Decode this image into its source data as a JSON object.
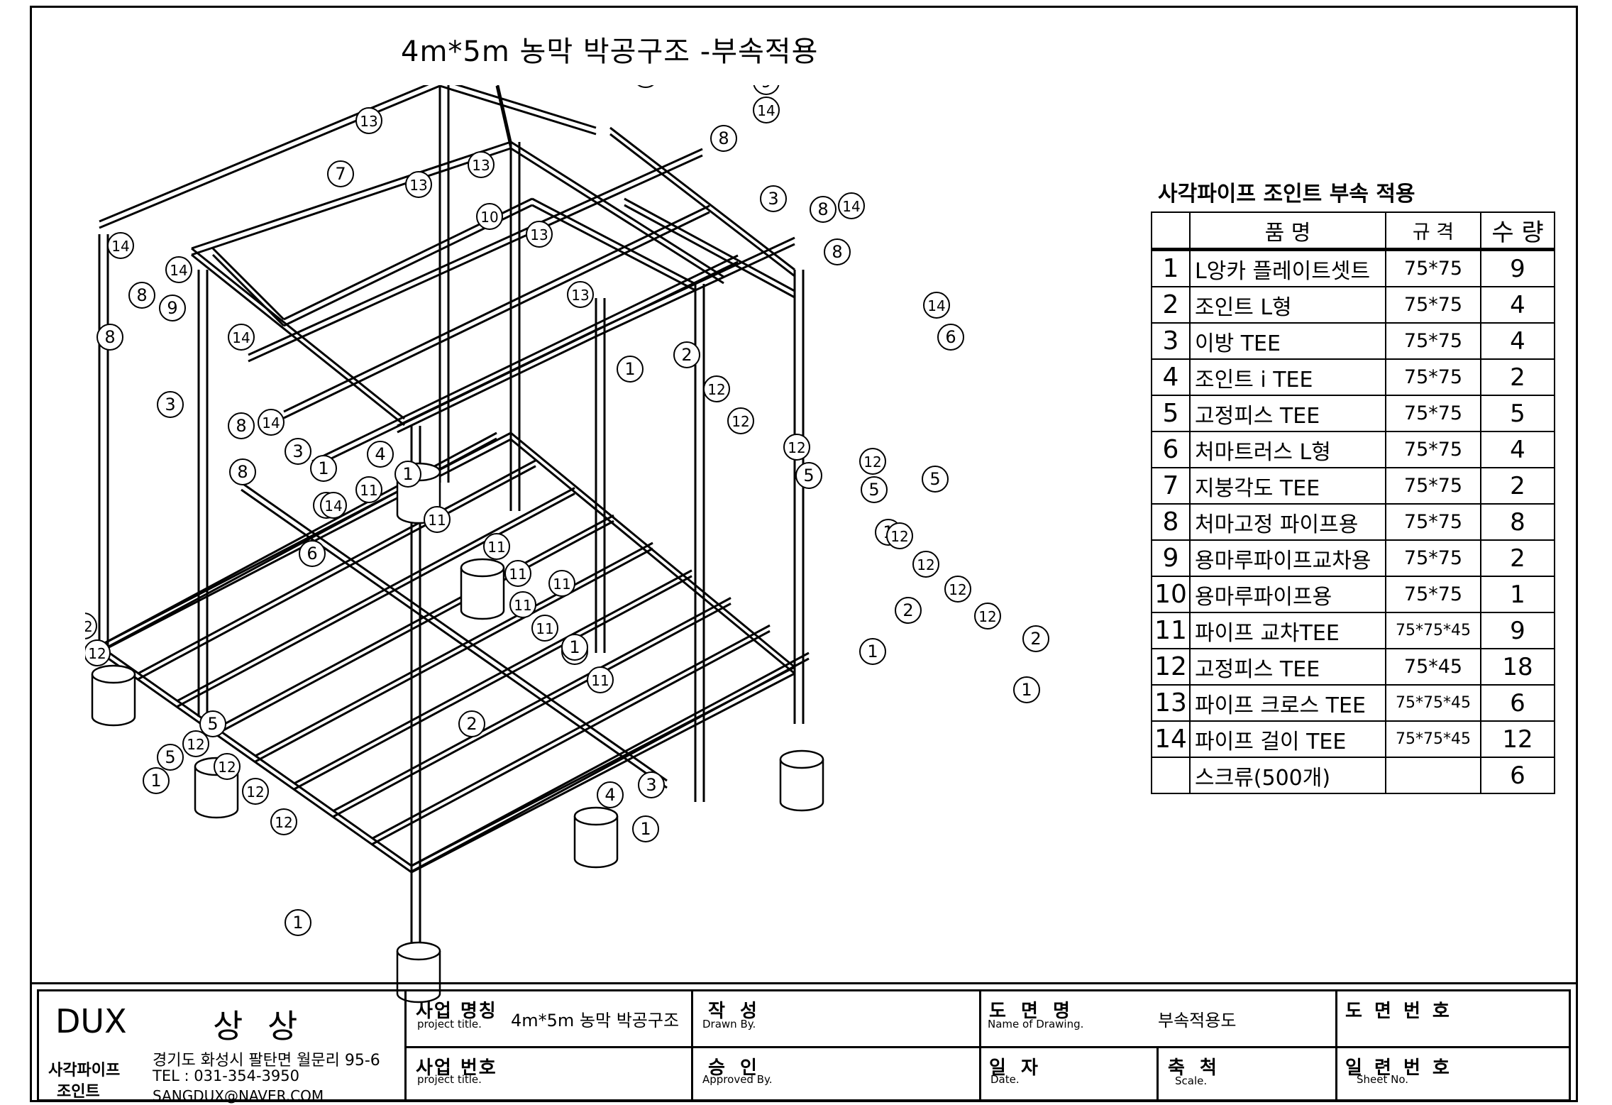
{
  "drawing_title": "4m*5m 농막 박공구조 -부속적용",
  "parts_table": {
    "title": "사각파이프 조인트 부속 적용",
    "headers": {
      "name": "품      명",
      "spec": "규  격",
      "qty": "수  량"
    },
    "rows": [
      {
        "no": "1",
        "name": "L앙카 플레이트셋트",
        "spec": "75*75",
        "qty": "9"
      },
      {
        "no": "2",
        "name": "조인트 L형",
        "spec": "75*75",
        "qty": "4"
      },
      {
        "no": "3",
        "name": "이방 TEE",
        "spec": "75*75",
        "qty": "4"
      },
      {
        "no": "4",
        "name": "조인트 i TEE",
        "spec": "75*75",
        "qty": "2"
      },
      {
        "no": "5",
        "name": "고정피스 TEE",
        "spec": "75*75",
        "qty": "5"
      },
      {
        "no": "6",
        "name": "처마트러스 L형",
        "spec": "75*75",
        "qty": "4"
      },
      {
        "no": "7",
        "name": "지붕각도 TEE",
        "spec": "75*75",
        "qty": "2"
      },
      {
        "no": "8",
        "name": "처마고정 파이프용",
        "spec": "75*75",
        "qty": "8"
      },
      {
        "no": "9",
        "name": "용마루파이프교차용",
        "spec": "75*75",
        "qty": "2"
      },
      {
        "no": "10",
        "name": "용마루파이프용",
        "spec": "75*75",
        "qty": "1"
      },
      {
        "no": "11",
        "name": "파이프 교차TEE",
        "spec": "75*75*45",
        "qty": "9"
      },
      {
        "no": "12",
        "name": "고정피스 TEE",
        "spec": "75*45",
        "qty": "18"
      },
      {
        "no": "13",
        "name": "파이프 크로스 TEE",
        "spec": "75*75*45",
        "qty": "6"
      },
      {
        "no": "14",
        "name": "파이프 걸이 TEE",
        "spec": "75*75*45",
        "qty": "12"
      },
      {
        "no": "",
        "name": "스크류(500개)",
        "spec": "",
        "qty": "6"
      }
    ]
  },
  "title_block": {
    "company": "DUX",
    "company_kor": "상 상",
    "address": "경기도 화성시 팔탄면 월문리 95-6",
    "tel": "TEL : 031-354-3950",
    "email": "SANGDUX@NAVER.COM",
    "product_line": "사각파이프",
    "product_line2": "조인트",
    "project_name_label": "사업 명칭",
    "project_name_sub": "project title.",
    "project_name_value": "4m*5m 농막 박공구조",
    "project_no_label": "사업 번호",
    "project_no_sub": "project title.",
    "drawn_label": "작  성",
    "drawn_sub": "Drawn By.",
    "approved_label": "승  인",
    "approved_sub": "Approved By.",
    "drawing_name_label": "도 면 명",
    "drawing_name_sub": "Name of Drawing.",
    "drawing_name_value": "부속적용도",
    "date_label": "일 자",
    "date_sub": "Date.",
    "scale_label": "축 척",
    "scale_sub": "Scale.",
    "drawing_no_label": "도 면 번 호",
    "sheet_no_label": "일 련 번 호",
    "sheet_no_sub": "Sheet No."
  },
  "callouts": [
    "1",
    "2",
    "3",
    "4",
    "5",
    "6",
    "7",
    "8",
    "9",
    "10",
    "11",
    "12",
    "13",
    "14"
  ]
}
